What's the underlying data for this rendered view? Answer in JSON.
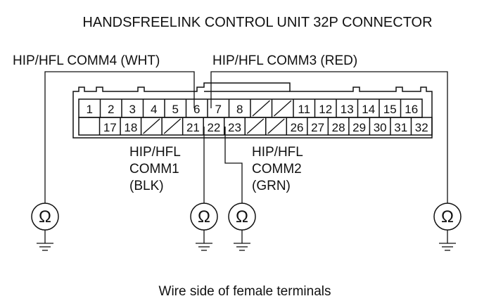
{
  "title": "HANDSFREELINK CONTROL UNIT 32P CONNECTOR",
  "footer": "Wire side of female terminals",
  "connector": {
    "top_row": [
      "1",
      "2",
      "3",
      "4",
      "5",
      "6",
      "7",
      "8",
      "",
      "",
      "11",
      "12",
      "13",
      "14",
      "15",
      "16"
    ],
    "bottom_row": [
      "",
      "17",
      "18",
      "",
      "",
      "21",
      "22",
      "23",
      "",
      "",
      "26",
      "27",
      "28",
      "29",
      "30",
      "31",
      "32"
    ]
  },
  "labels": {
    "comm4": "HIP/HFL COMM4 (WHT)",
    "comm3": "HIP/HFL COMM3 (RED)",
    "comm1": [
      "HIP/HFL",
      "COMM1",
      "(BLK)"
    ],
    "comm2": [
      "HIP/HFL",
      "COMM2",
      "(GRN)"
    ]
  },
  "meter_symbol": "Ω"
}
